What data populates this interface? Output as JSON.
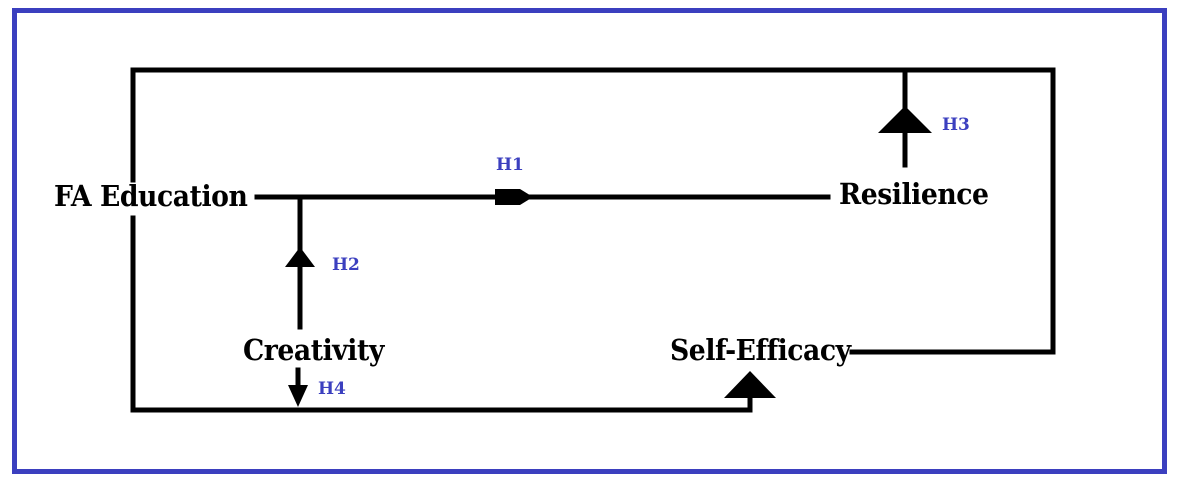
{
  "nodes": {
    "fa_education": "FA Education",
    "resilience": "Resilience",
    "creativity": "Creativity",
    "self_efficacy": "Self-Efficacy"
  },
  "hypotheses": {
    "h1": "H1",
    "h2": "H2",
    "h3": "H3",
    "h4": "H4"
  },
  "colors": {
    "frame": "#3b3fbf",
    "lines": "#000000",
    "hypothesis_label": "#3b3fbf"
  }
}
